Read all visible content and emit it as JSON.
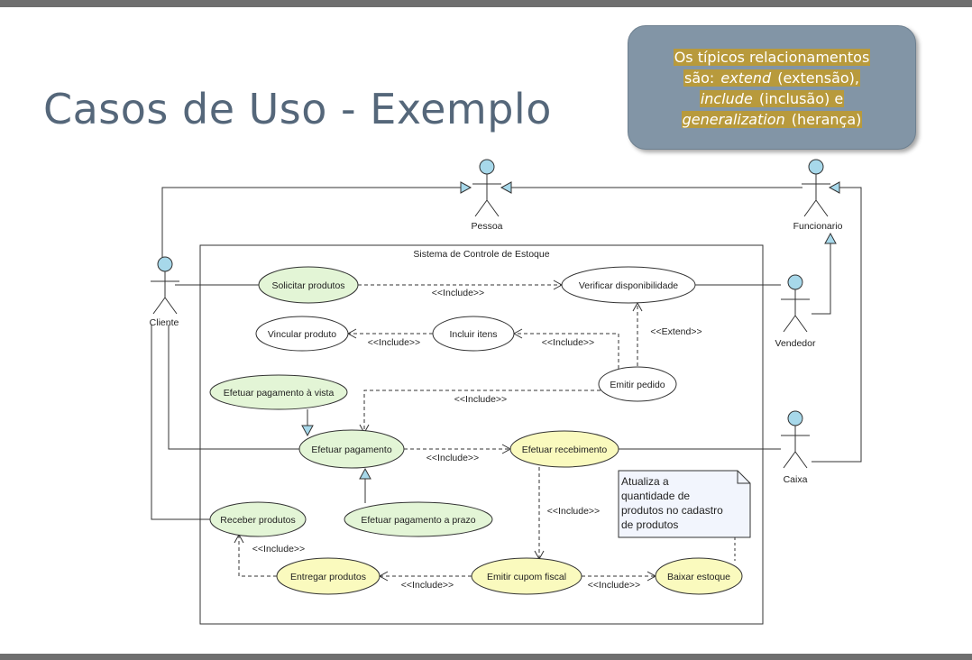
{
  "slide": {
    "title": "Casos de Uso -  Exemplo"
  },
  "callout": {
    "line1": "Os típicos relacionamentos",
    "line2_a": "são: ",
    "line2_b": "extend",
    "line2_c": " (extensão),",
    "line3_a": "include",
    "line3_b": " (inclusão) e",
    "line4_a": "generalization",
    "line4_b": " (herança)"
  },
  "diagram": {
    "system_name": "Sistema de Controle de Estoque",
    "actors": {
      "pessoa": "Pessoa",
      "funcionario": "Funcionario",
      "cliente": "Cliente",
      "vendedor": "Vendedor",
      "caixa": "Caixa"
    },
    "use_cases": {
      "solicitar": "Solicitar produtos",
      "verificar": "Verificar disponibilidade",
      "vincular": "Vincular produto",
      "incluir": "Incluir itens",
      "emitir_pedido": "Emitir pedido",
      "pag_vista": "Efetuar pagamento à vista",
      "pagamento": "Efetuar pagamento",
      "recebimento": "Efetuar recebimento",
      "pag_prazo": "Efetuar pagamento a prazo",
      "receber": "Receber produtos",
      "entregar": "Entregar produtos",
      "cupom": "Emitir cupom fiscal",
      "baixar": "Baixar estoque"
    },
    "relations": {
      "include": "<<Include>>",
      "extend": "<<Extend>>"
    },
    "note": {
      "line1": "Atualiza a",
      "line2": "quantidade de",
      "line3": "produtos no cadastro",
      "line4": "de produtos"
    }
  },
  "colors": {
    "green_usecase": "#e3f5d6",
    "yellow_usecase": "#fafabe",
    "white_usecase": "#ffffff",
    "actor_head": "#a7d8ea",
    "arrow_head": "#a7d8ea",
    "callout_bg": "#8295a6",
    "highlight": "#b89a3c",
    "title": "#55677a"
  }
}
